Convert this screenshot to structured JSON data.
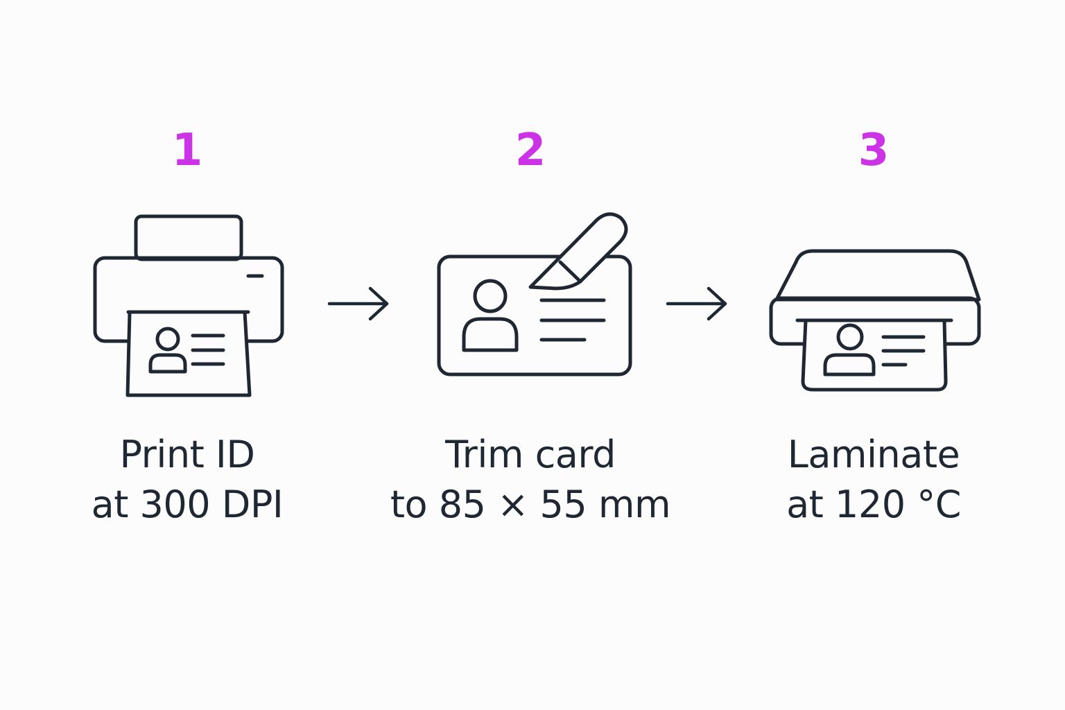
{
  "colors": {
    "accent": "#cc33e6",
    "ink": "#1f2733",
    "background": "#fcfcfc"
  },
  "steps": [
    {
      "number": "1",
      "icon": "printer-icon",
      "caption_line1": "Print ID",
      "caption_line2": "at 300 DPI"
    },
    {
      "number": "2",
      "icon": "id-card-knife-icon",
      "caption_line1": "Trim card",
      "caption_line2": "to 85 × 55 mm"
    },
    {
      "number": "3",
      "icon": "laminator-icon",
      "caption_line1": "Laminate",
      "caption_line2": "at 120 °C"
    }
  ],
  "connectors": [
    "arrow-right-icon",
    "arrow-right-icon"
  ]
}
